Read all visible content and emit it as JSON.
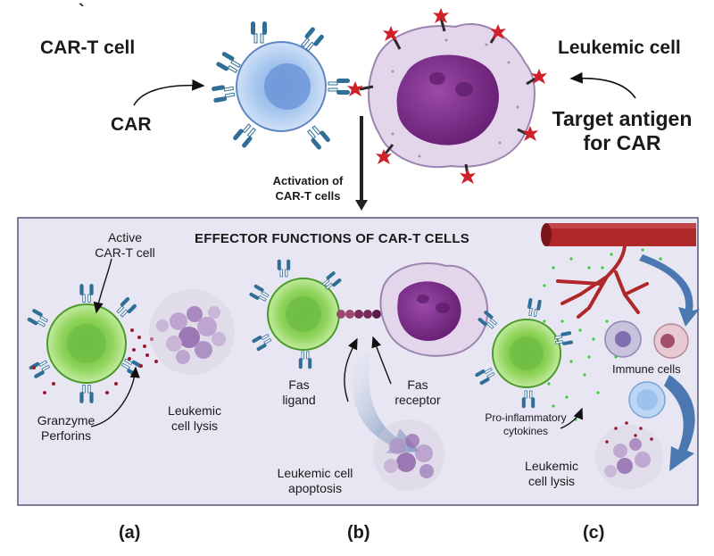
{
  "top": {
    "tick": "`",
    "cart_cell": "CAR-T cell",
    "leukemic_cell": "Leukemic cell",
    "car": "CAR",
    "target_antigen_line1": "Target antigen",
    "target_antigen_line2": "for CAR",
    "activation_line1": "Activation of",
    "activation_line2": "CAR-T cells"
  },
  "panel": {
    "title": "EFFECTOR FUNCTIONS OF CAR-T CELLS",
    "a": {
      "active_line1": "Active",
      "active_line2": "CAR-T cell",
      "granzyme_line1": "Granzyme",
      "granzyme_line2": "Perforins",
      "lysis_line1": "Leukemic",
      "lysis_line2": "cell lysis"
    },
    "b": {
      "fas_ligand_line1": "Fas",
      "fas_ligand_line2": "ligand",
      "fas_receptor_line1": "Fas",
      "fas_receptor_line2": "receptor",
      "apoptosis_line1": "Leukemic cell",
      "apoptosis_line2": "apoptosis"
    },
    "c": {
      "immune_cells": "Immune cells",
      "cytokines_line1": "Pro-inflammatory",
      "cytokines_line2": "cytokines",
      "lysis_line1": "Leukemic",
      "lysis_line2": "cell lysis"
    }
  },
  "captions": {
    "a": "(a)",
    "b": "(b)",
    "c": "(c)"
  },
  "colors": {
    "tcell_blue": "#a9c8ef",
    "tcell_green": "#8fd45a",
    "receptor": "#2f6f96",
    "leukemic_nucleus": "#7a2f86",
    "leukemic_body": "#e3d6ea",
    "antigen": "#d0212a",
    "vessel": "#b0272a",
    "panel_bg": "#e8e6f2"
  },
  "icons": [
    "car-receptor-icon",
    "antigen-star-icon",
    "blood-vessel-icon",
    "curved-arrow-icon",
    "lysed-cell-icon"
  ]
}
